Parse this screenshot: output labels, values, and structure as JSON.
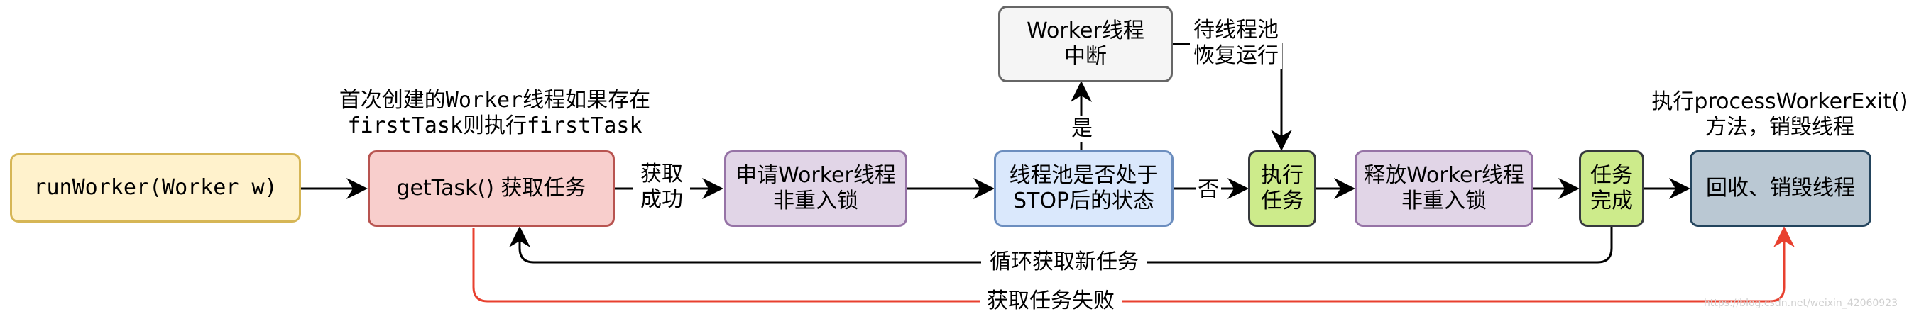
{
  "colors": {
    "yellow_fill": "#FFF2CC",
    "yellow_border": "#D6B656",
    "red_fill": "#F8CECC",
    "red_border": "#B85450",
    "purple_fill": "#E1D5E7",
    "purple_border": "#9673A6",
    "blue_fill": "#DAE8FC",
    "blue_border": "#6C8EBF",
    "green_fill": "#CDEB8B",
    "green_border": "#36393D",
    "grey_fill": "#F5F5F5",
    "grey_border": "#666666",
    "slate_fill": "#BAC8D3",
    "slate_border": "#23445D",
    "fail_arrow": "#E8402F"
  },
  "nodes": {
    "run_worker": "runWorker(Worker w)",
    "get_task": "getTask() 获取任务",
    "lock1": "申请Worker线程\n非重入锁",
    "check_stop": "线程池是否处于\nSTOP后的状态",
    "interrupt": "Worker线程\n中断",
    "execute": "执行\n任务",
    "unlock": "释放Worker线程\n非重入锁",
    "complete": "任务\n完成",
    "destroy": "回收、销毁线程"
  },
  "labels": {
    "first_task": "首次创建的Worker线程如果存在\nfirstTask则执行firstTask",
    "get_success": "获取\n成功",
    "yes": "是",
    "no": "否",
    "wait_pool": "待线程池\n恢复运行",
    "process_exit": "执行processWorkerExit()\n方法，销毁线程",
    "loop": "循环获取新任务",
    "get_fail": "获取任务失败",
    "watermark": "https://blog.csdn.net/weixin_42060923"
  }
}
